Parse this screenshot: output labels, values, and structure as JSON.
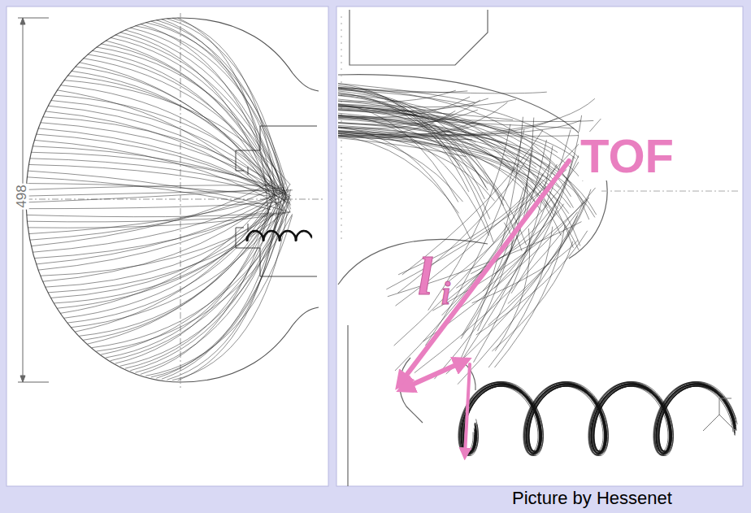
{
  "diagram": {
    "labels": [
      "498",
      "TOF",
      "l",
      "i",
      "Picture by Hessenet"
    ]
  }
}
